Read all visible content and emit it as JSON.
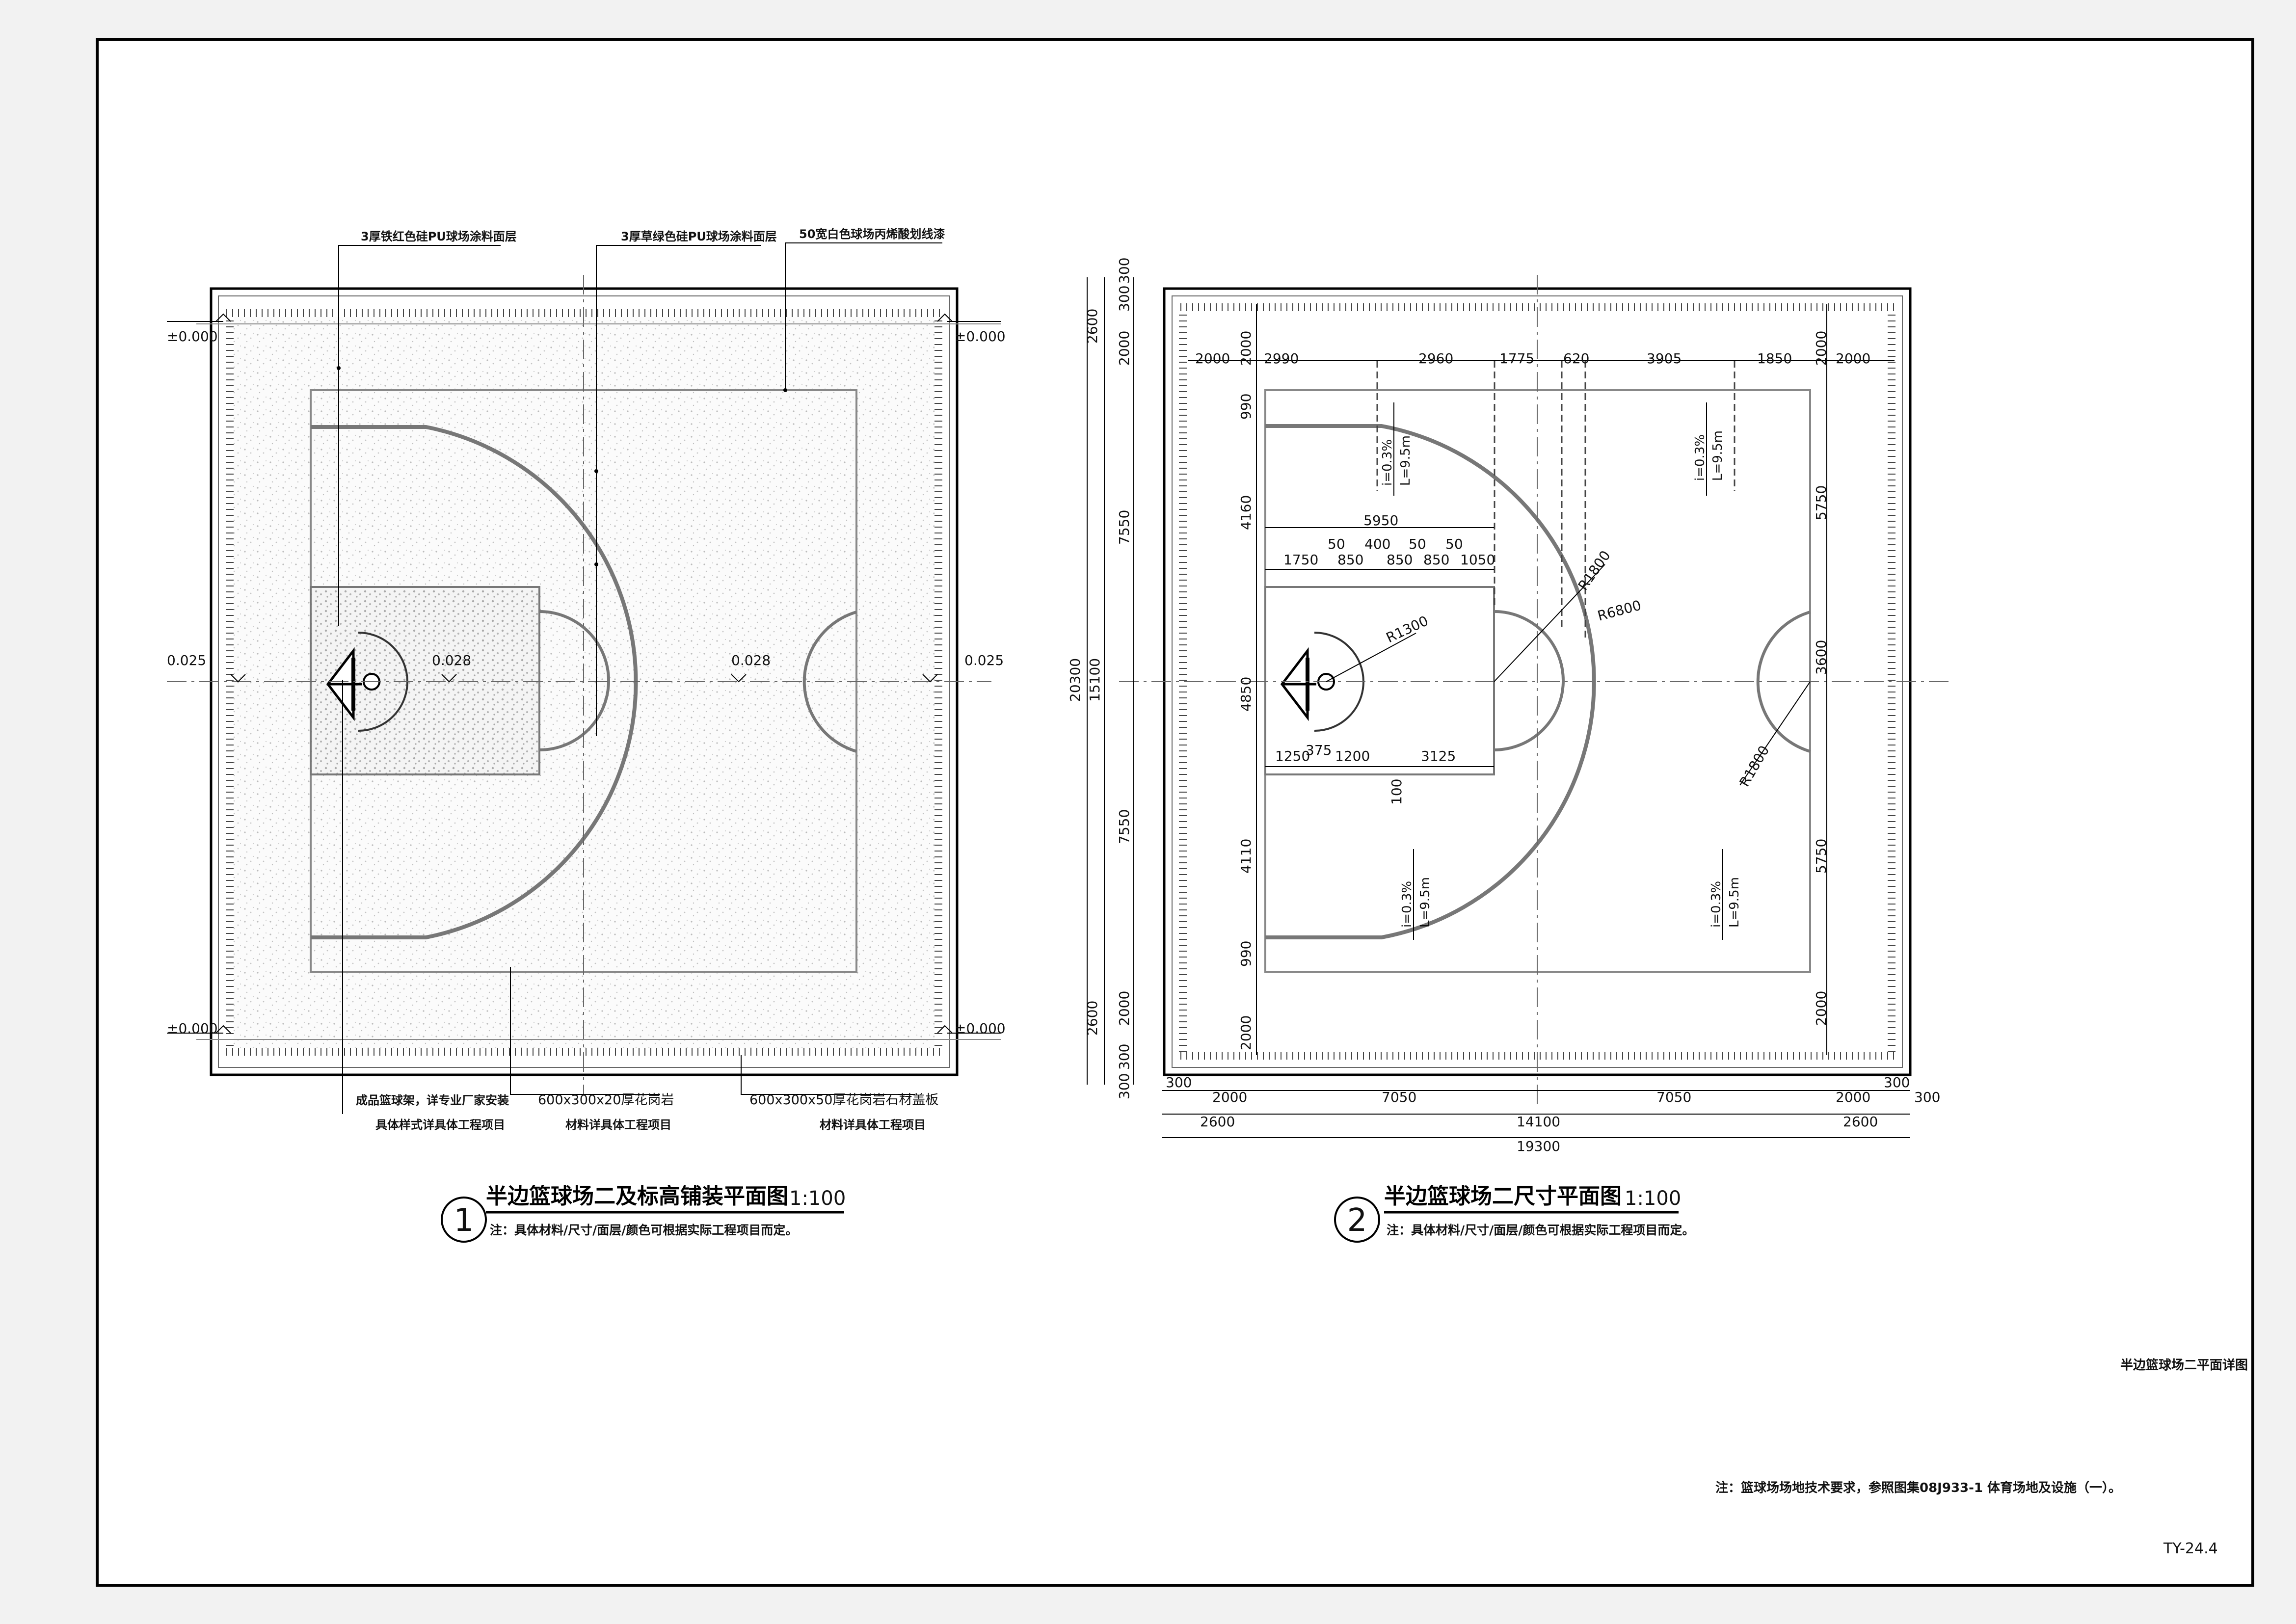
{
  "plan1": {
    "callouts_top": [
      "3厚铁红色硅PU球场涂料面层",
      "3厚草绿色硅PU球场涂料面层",
      "50宽白色球场丙烯酸划线漆"
    ],
    "callouts_bottom": [
      {
        "line1": "成品篮球架，详专业厂家安装",
        "line2": "具体样式详具体工程项目"
      },
      {
        "line1": "600x300x20厚花岗岩",
        "line2": "材料详具体工程项目"
      },
      {
        "line1": "600x300x50厚花岗岩石材盖板",
        "line2": "材料详具体工程项目"
      }
    ],
    "elevations": {
      "corner_top_left": "±0.000",
      "corner_top_right": "±0.000",
      "corner_bottom_left": "±0.000",
      "corner_bottom_right": "±0.000",
      "mid_left": "0.025",
      "mid_right": "0.025",
      "inner_left": "0.028",
      "inner_right": "0.028"
    },
    "number": "1",
    "title": "半边篮球场二及标高铺装平面图",
    "scale": "1:100",
    "note": "注：具体材料/尺寸/面层/颜色可根据实际工程项目而定。"
  },
  "plan2": {
    "dims_top": [
      "2000",
      "2990",
      "2960",
      "1775",
      "620",
      "3905",
      "1850",
      "2000"
    ],
    "dims_left_outer": [
      "300",
      "2600",
      "20300",
      "2600",
      "300"
    ],
    "dims_left_mid": [
      "300",
      "2000",
      "7550",
      "15100",
      "7550",
      "2000",
      "300"
    ],
    "dims_left_inner": [
      "2000",
      "990",
      "4160",
      "4850",
      "4110",
      "990",
      "2000"
    ],
    "dims_right": [
      "2000",
      "5750",
      "3600",
      "5750",
      "2000"
    ],
    "dims_bottom_row1": [
      "300",
      "2000",
      "7050",
      "7050",
      "2000",
      "300",
      "300"
    ],
    "dims_bottom_row2": [
      "2600",
      "14100",
      "2600"
    ],
    "dims_bottom_row3": [
      "19300"
    ],
    "key_total": "5950",
    "key_row1": [
      "50",
      "400",
      "50",
      "50"
    ],
    "key_row2": [
      "1750",
      "850",
      "850",
      "850",
      "1050"
    ],
    "key_bottom": [
      "1250",
      "375",
      "1200",
      "3125"
    ],
    "key_small": "100",
    "radii": [
      "R1300",
      "R1800",
      "R6800",
      "R1800"
    ],
    "slope_i": "i=0.3%",
    "slope_l": "L=9.5m",
    "number": "2",
    "title": "半边篮球场二尺寸平面图",
    "scale": "1:100",
    "note": "注：具体材料/尺寸/面层/颜色可根据实际工程项目而定。"
  },
  "sheet": {
    "drawing_name": "半边篮球场二平面详图",
    "general_note": "注：篮球场场地技术要求，参照图集08J933-1 体育场地及设施（一）。",
    "sheet_number": "TY-24.4"
  }
}
